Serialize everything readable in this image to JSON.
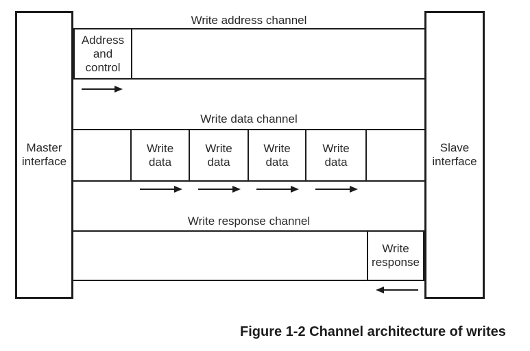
{
  "figure": {
    "caption": "Figure 1-2 Channel architecture of writes"
  },
  "master_interface": {
    "lines": [
      "Master",
      "interface"
    ]
  },
  "slave_interface": {
    "lines": [
      "Slave",
      "interface"
    ]
  },
  "write_address_channel": {
    "label": "Write address channel",
    "payload": {
      "lines": [
        "Address",
        "and",
        "control"
      ]
    },
    "arrow_icon": "right-arrow-icon",
    "arrow_direction": "right"
  },
  "write_data_channel": {
    "label": "Write data channel",
    "payload": {
      "lines": [
        "Write",
        "data"
      ]
    },
    "payload_count": 4,
    "arrow_icon": "right-arrow-icon",
    "arrow_direction": "right",
    "arrow_count": 4
  },
  "write_response_channel": {
    "label": "Write response channel",
    "payload": {
      "lines": [
        "Write",
        "response"
      ]
    },
    "arrow_icon": "left-arrow-icon",
    "arrow_direction": "left"
  },
  "colors": {
    "line": "#1c1c1c",
    "text": "#2a2a2a",
    "background": "#ffffff"
  }
}
